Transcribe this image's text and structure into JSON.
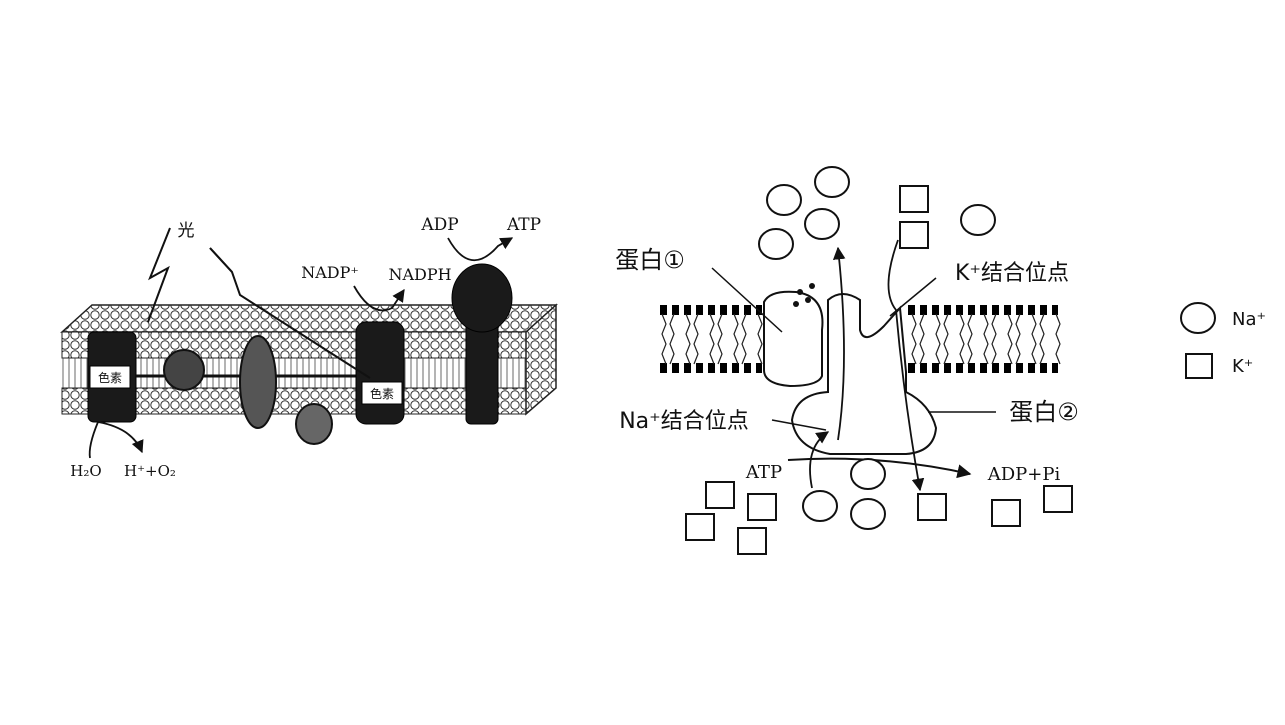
{
  "left_diagram": {
    "light": "光",
    "adp": "ADP",
    "atp": "ATP",
    "nadp_plus": "NADP⁺",
    "nadph": "NADPH",
    "pigment_1": "色素",
    "pigment_2": "色素",
    "h2o": "H₂O",
    "h_o2": "H⁺+O₂"
  },
  "right_diagram": {
    "protein_1": "蛋白①",
    "protein_2": "蛋白②",
    "k_site": "K⁺结合位点",
    "na_site": "Na⁺结合位点",
    "atp": "ATP",
    "adp_pi": "ADP+Pi"
  },
  "legend": {
    "na_label": "Na⁺",
    "k_label": "K⁺"
  }
}
